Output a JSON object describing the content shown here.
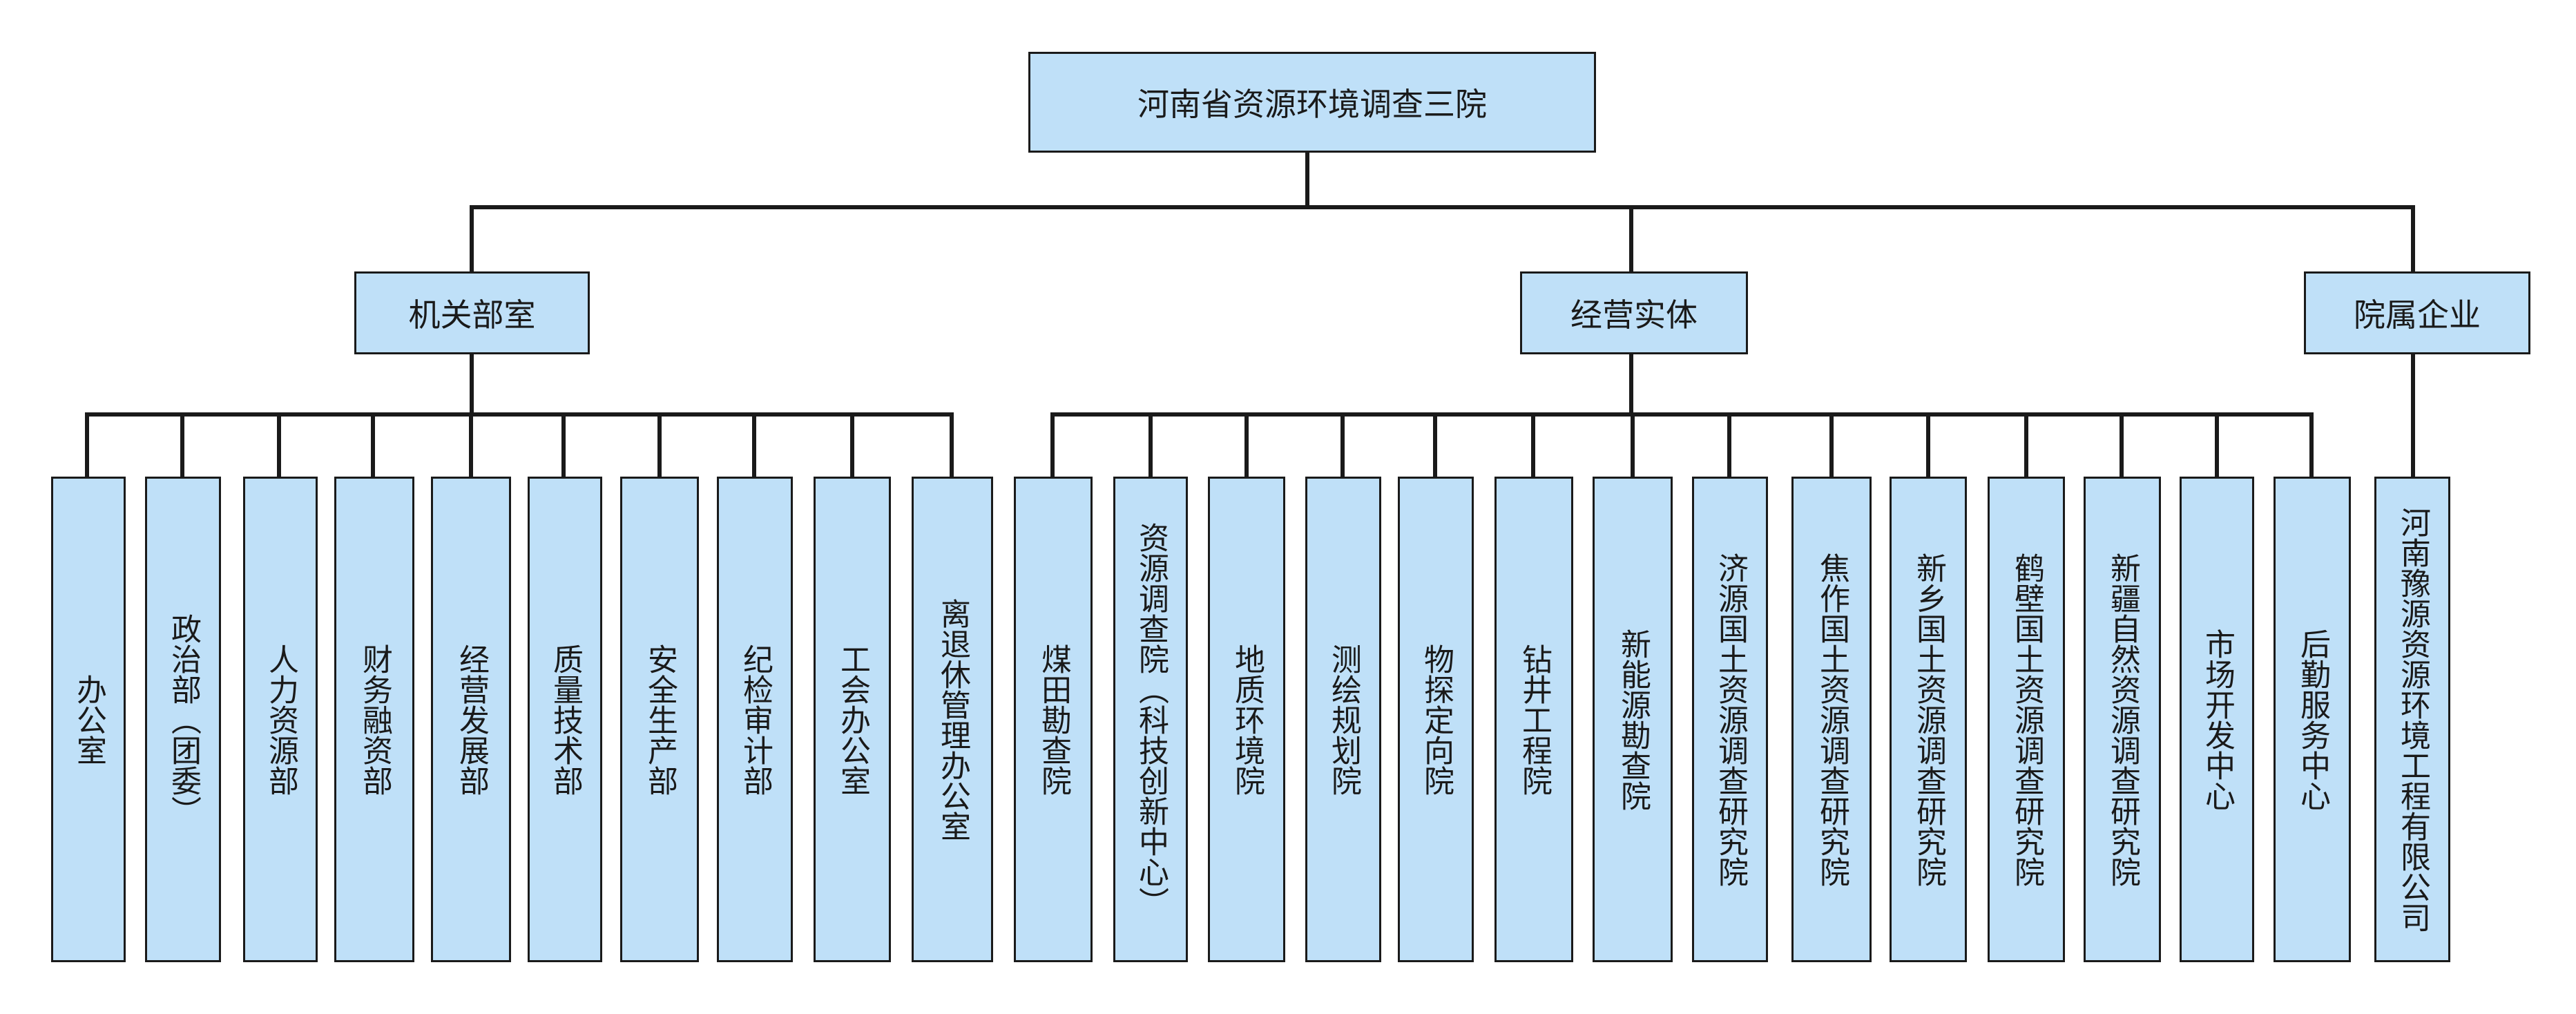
{
  "root": {
    "label": "河南省资源环境调查三院"
  },
  "categories": [
    {
      "label": "机关部室",
      "children": [
        "办公室",
        "政治部（团委）",
        "人力资源部",
        "财务融资部",
        "经营发展部",
        "质量技术部",
        "安全生产部",
        "纪检审计部",
        "工会办公室",
        "离退休管理办公室"
      ]
    },
    {
      "label": "经营实体",
      "children": [
        "煤田勘查院",
        "资源调查院（科技创新中心）",
        "地质环境院",
        "测绘规划院",
        "物探定向院",
        "钻井工程院",
        "新能源勘查院",
        "济源国土资源调查研究院",
        "焦作国土资源调查研究院",
        "新乡国土资源调查研究院",
        "鹤壁国土资源调查研究院",
        "新疆自然资源调查研究院",
        "市场开发中心",
        "后勤服务中心"
      ]
    },
    {
      "label": "院属企业",
      "children": [
        "河南豫源资源环境工程有限公司"
      ]
    }
  ],
  "colors": {
    "box_fill": "#bfe0f8",
    "border": "#1a1a1a",
    "connector": "#1a1a1a"
  }
}
